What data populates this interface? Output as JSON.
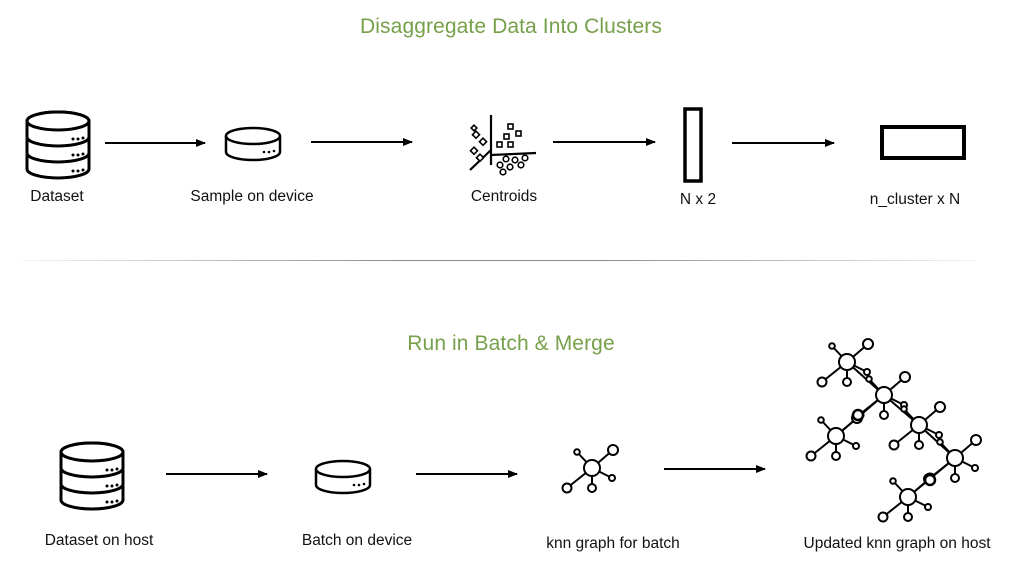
{
  "section1": {
    "title": "Disaggregate Data Into Clusters",
    "steps": [
      "Dataset",
      "Sample on device",
      "Centroids",
      "N x 2",
      "n_cluster x N"
    ]
  },
  "section2": {
    "title": "Run in Batch & Merge",
    "steps": [
      "Dataset on host",
      "Batch on device",
      "knn graph for batch",
      "Updated knn graph on host"
    ]
  },
  "colors": {
    "title": "#76a04a",
    "stroke": "#000000"
  },
  "icons": [
    "database-icon",
    "disk-icon",
    "scatter-plot-icon",
    "column-vector-icon",
    "matrix-icon",
    "graph-icon",
    "merged-graph-icon"
  ]
}
